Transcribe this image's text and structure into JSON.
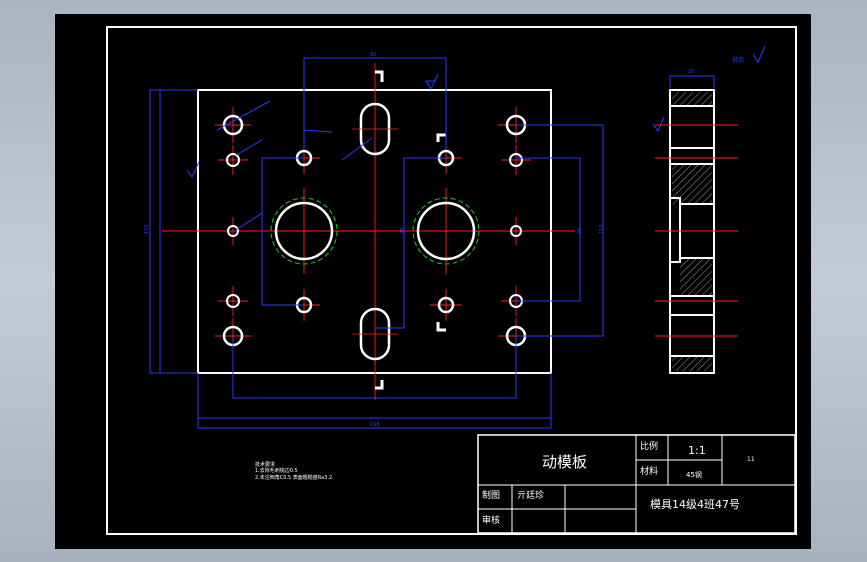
{
  "title_block": {
    "part_name": "动模板",
    "scale_label": "比例",
    "scale_value": "1:1",
    "sheet_no": "11",
    "material_label": "材料",
    "material_value": "45钢",
    "drawn_label": "制图",
    "drawn_name": "亓廷珍",
    "check_label": "审核",
    "class_info": "模具14级4班47号"
  },
  "dimensions": {
    "overall_width": "198",
    "overall_height": "150",
    "top_span": "90",
    "side_thickness": "25",
    "vertical_span_1": "110",
    "vertical_span_2": "85",
    "left_span": "70"
  },
  "annotations": {
    "tech_requirements_title": "技术要求",
    "tech_requirements_1": "1.去除毛刺锐边0.5",
    "tech_requirements_2": "2.未注倒角C0.5 表面粗糙度Ra3.2",
    "roughness_note": "其余"
  },
  "colors": {
    "background": "#000000",
    "outline": "#ffffff",
    "centerline": "#ff2020",
    "dimension": "#2a3bff",
    "bolt_circle": "#19c919",
    "viewport_gradient": "#aab5c1"
  }
}
